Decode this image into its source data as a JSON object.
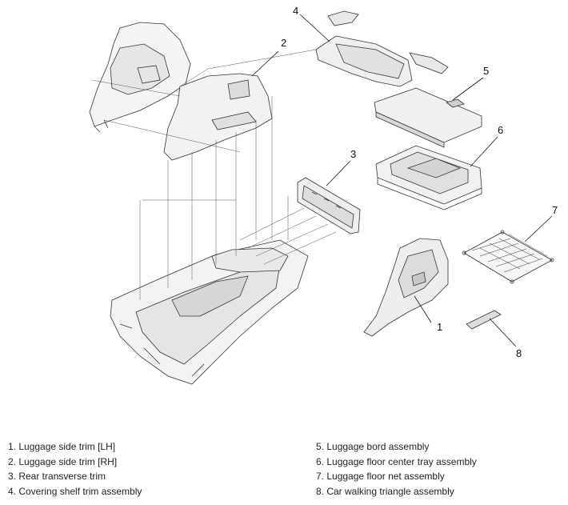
{
  "callouts": [
    "1",
    "2",
    "3",
    "4",
    "5",
    "6",
    "7",
    "8"
  ],
  "legend_left": [
    "1. Luggage side trim [LH]",
    "2. Luggage side trim [RH]",
    "3. Rear transverse trim",
    "4. Covering shelf trim assembly"
  ],
  "legend_right": [
    "5. Luggage bord assembly",
    "6. Luggage floor center tray assembly",
    "7. Luggage floor net assembly",
    "8. Car walking triangle assembly"
  ]
}
